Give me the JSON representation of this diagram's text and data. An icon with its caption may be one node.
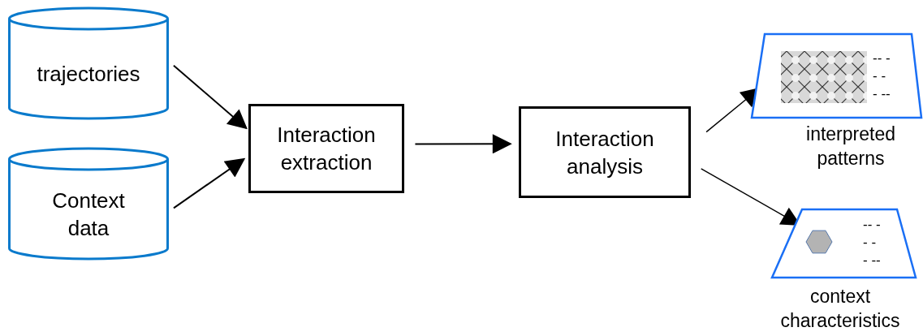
{
  "diagram": {
    "nodes": [
      {
        "text": [
          "trajectories"
        ]
      },
      {
        "text": [
          "Context data"
        ]
      },
      {
        "text": [
          "Interaction extraction"
        ]
      },
      {
        "text": [
          "Interaction analysis"
        ]
      },
      {
        "text": [
          "-- -",
          "- -",
          "- --"
        ],
        "beside": [
          "interpreted patterns"
        ]
      },
      {
        "text": [
          "-- -",
          "- -",
          "- --"
        ],
        "beside": [
          "context characteristics"
        ]
      }
    ],
    "edges": [
      {
        "from": 0,
        "to": 2,
        "arrow": "to"
      },
      {
        "from": 1,
        "to": 2,
        "arrow": "to"
      },
      {
        "from": 2,
        "to": 3,
        "arrow": "to"
      },
      {
        "from": 3,
        "to": 4,
        "arrow": "to"
      },
      {
        "from": 3,
        "to": 5,
        "arrow": "to"
      }
    ]
  }
}
